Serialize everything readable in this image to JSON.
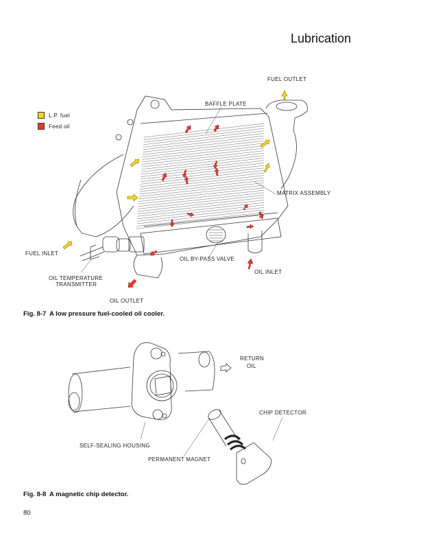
{
  "page": {
    "chapter_title": "Lubrication",
    "page_number": "80"
  },
  "figure_8_7": {
    "legend": [
      {
        "label": "L.P. fuel",
        "color": "#f5d226"
      },
      {
        "label": "Feed oil",
        "color": "#e53a2e"
      }
    ],
    "labels": {
      "fuel_outlet": "FUEL OUTLET",
      "baffle_plate": "BAFFLE PLATE",
      "matrix_assembly": "MATRIX ASSEMBLY",
      "fuel_inlet": "FUEL INLET",
      "oil_bypass_valve": "OIL BY-PASS VALVE",
      "oil_inlet": "OIL INLET",
      "oil_temp_line1": "OIL TEMPERATURE",
      "oil_temp_line2": "TRANSMITTER",
      "oil_outlet": "OIL OUTLET"
    },
    "caption_number": "Fig. 8-7",
    "caption_text": "A low pressure fuel-cooled oil cooler."
  },
  "figure_8_8": {
    "labels": {
      "return_line1": "RETURN",
      "return_line2": "OIL",
      "chip_detector": "CHIP DETECTOR",
      "self_sealing_housing": "SELF-SEALING HOUSING",
      "permanent_magnet": "PERMANENT MAGNET"
    },
    "caption_number": "Fig. 8-8",
    "caption_text": "A magnetic chip detector."
  }
}
